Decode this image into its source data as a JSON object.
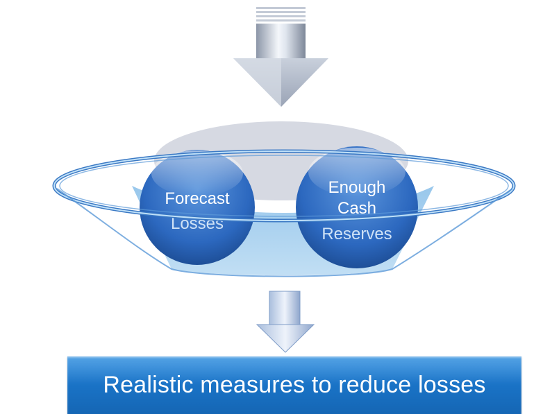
{
  "diagram": {
    "inputs": [
      {
        "line1": "Forecast",
        "line2": "Losses"
      },
      {
        "line1": "Enough",
        "line2": "Cash",
        "line3": "Reserves"
      }
    ],
    "result": "Realistic measures to reduce losses"
  }
}
